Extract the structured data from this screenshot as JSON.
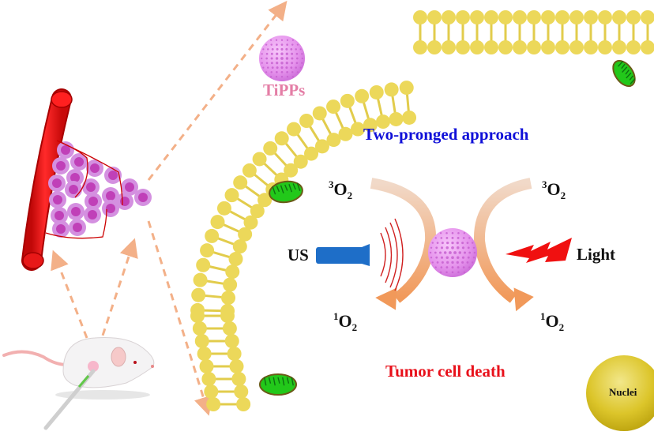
{
  "diagram": {
    "title": "Two-pronged approach",
    "outcome": "Tumor cell death",
    "nanoparticle_label": "TiPPs",
    "nucleus_label": "Nuclei",
    "stimuli": {
      "left": "US",
      "right": "Light"
    },
    "oxygen": {
      "triplet": {
        "superscript": "3",
        "base": "O",
        "subscript": "2"
      },
      "singlet": {
        "superscript": "1",
        "base": "O",
        "subscript": "2"
      }
    },
    "colors": {
      "title": "#1010d8",
      "outcome": "#e8101a",
      "nanoparticle": "#e080e8",
      "nanoparticle_label": "#e47ea6",
      "membrane": "#ecd85a",
      "blood_vessel": "#e81818",
      "tumor_cell": "#c86ad8",
      "mitochondria": "#22c81a",
      "ultrasound_probe": "#1e6ec8",
      "light_bolt": "#f01010",
      "arrow_gradient_start": "#f1d6c4",
      "arrow_gradient_end": "#f29a5a",
      "dashed_arrow": "#f3b088",
      "nucleus": "#d8c21a"
    },
    "components": [
      "mouse-with-syringe",
      "blood-vessel",
      "tumor-cell-cluster",
      "cell-membrane-lipid-bilayer",
      "mitochondria",
      "nanoparticle",
      "ultrasound-probe",
      "light-bolt",
      "nucleus"
    ]
  }
}
